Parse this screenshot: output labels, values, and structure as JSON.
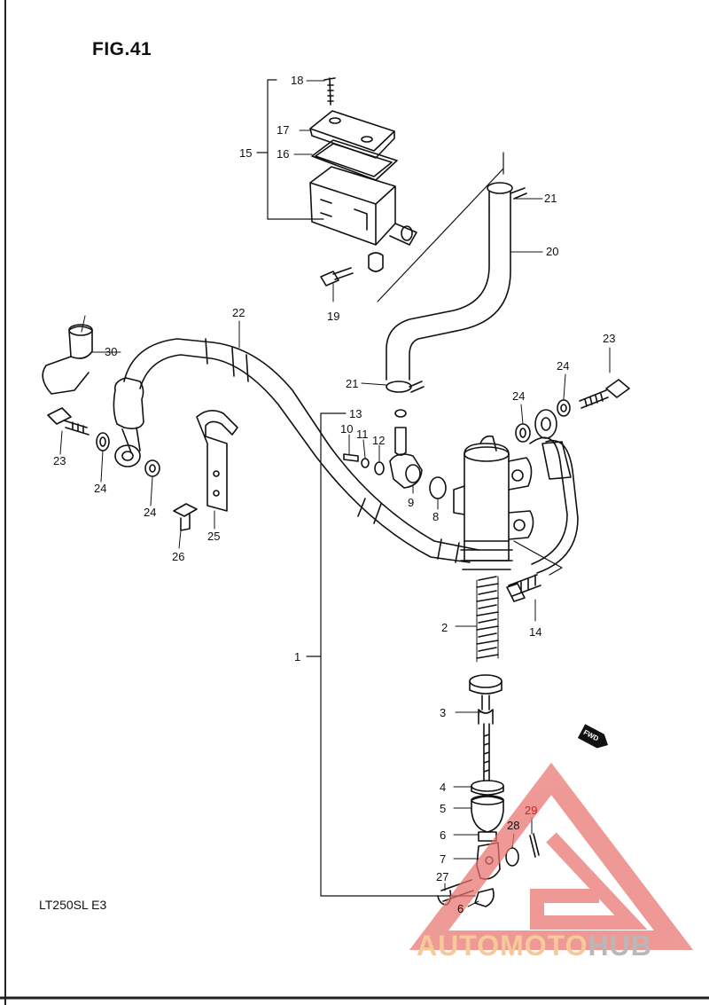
{
  "figure": {
    "title": "FIG.41",
    "model": "LT250SL E3"
  },
  "callouts": {
    "c1": "1",
    "c2": "2",
    "c3": "3",
    "c4": "4",
    "c5": "5",
    "c6a": "6",
    "c6b": "6",
    "c7": "7",
    "c8": "8",
    "c9": "9",
    "c10": "10",
    "c11": "11",
    "c12": "12",
    "c13": "13",
    "c14": "14",
    "c15": "15",
    "c16": "16",
    "c17": "17",
    "c18": "18",
    "c19": "19",
    "c20": "20",
    "c21a": "21",
    "c21b": "21",
    "c22": "22",
    "c23a": "23",
    "c23b": "23",
    "c24a": "24",
    "c24b": "24",
    "c24c": "24",
    "c24d": "24",
    "c25": "25",
    "c26": "26",
    "c27": "27",
    "c28": "28",
    "c29": "29",
    "c30": "30"
  },
  "direction_marker": "FWD",
  "watermark": {
    "part1": "AUTOMOTO",
    "part2": "HUB",
    "colors": {
      "triangle": "#e8736f",
      "text_accent": "#f5c99a",
      "text_gray": "#b8b8b8"
    }
  }
}
